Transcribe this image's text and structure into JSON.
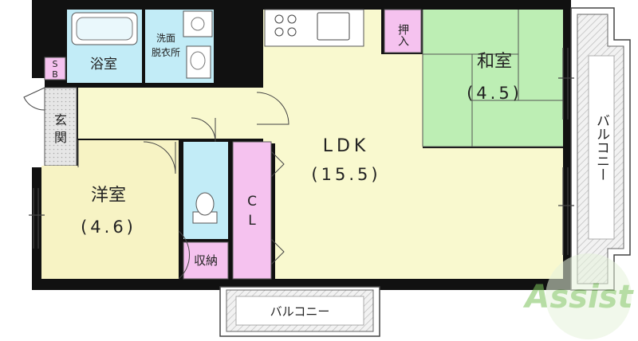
{
  "rooms": {
    "bath": "浴室",
    "washroom_line1": "洗面",
    "washroom_line2": "脱衣所",
    "shoe_box_s": "S",
    "shoe_box_b": "B",
    "entrance_1": "玄",
    "entrance_2": "関",
    "western_name": "洋室",
    "western_size": "(4.6)",
    "ldk_name": "LDK",
    "ldk_size": "(15.5)",
    "japanese_name": "和室",
    "japanese_size": "(4.5)",
    "oshiire": "押入",
    "closet_c": "C",
    "closet_l": "L",
    "storage": "収納",
    "balcony_right": "バルコニー",
    "balcony_bottom": "バルコニー"
  },
  "watermark": {
    "text": "Assist"
  },
  "colors": {
    "wall": "#111111",
    "ldk_floor": "#f9f9cf",
    "tatami": "#bdeeb4",
    "western_floor": "#f7f3c4",
    "wet_area": "#c2ecf7",
    "closet": "#f5c2ef",
    "entrance": "#e4e4e4",
    "balcony_hatch": "#bdbdbd",
    "watermark": "#7bc35a"
  }
}
